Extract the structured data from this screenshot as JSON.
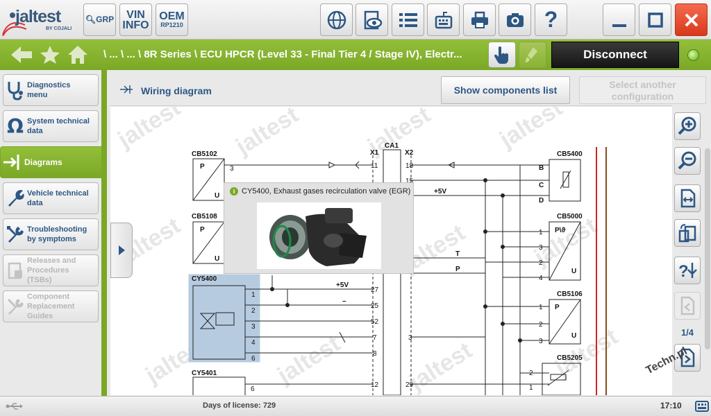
{
  "app": {
    "logo_text": "jaltest",
    "logo_sub": "BY COJALI"
  },
  "toolbar": {
    "grp_label": "GRP",
    "vin_line1": "VIN",
    "vin_line2": "INFO",
    "oem_line1": "OEM",
    "oem_line2": "RP1210",
    "icons": [
      "globe-icon",
      "eye-icon",
      "list-icon",
      "keyboard-icon",
      "printer-icon",
      "camera-icon",
      "help-icon",
      "minimize-icon",
      "maximize-icon",
      "close-icon"
    ]
  },
  "nav": {
    "breadcrumb": "\\ ... \\ ... \\ 8R Series \\ ECU HPCR (Level 33 - Final Tier 4 / Stage IV), Electr...",
    "disconnect_label": "Disconnect",
    "accent_color": "#7aa826"
  },
  "sidebar": {
    "items": [
      {
        "line1": "Diagnostics",
        "line2": "menu",
        "icon": "stethoscope-icon"
      },
      {
        "line1": "System technical",
        "line2": "data",
        "icon": "omega-icon"
      },
      {
        "line1": "Diagrams",
        "line2": "",
        "icon": "diagram-arrow-icon"
      },
      {
        "line1": "Vehicle technical",
        "line2": "data",
        "icon": "wrench-icon"
      },
      {
        "line1": "Troubleshooting",
        "line2": "by symptoms",
        "icon": "tools-icon"
      },
      {
        "line1": "Releases and",
        "line2": "Procedures",
        "line3": "(TSBs)",
        "icon": "document-icon"
      },
      {
        "line1": "Component",
        "line2": "Replacement",
        "line3": "Guides",
        "icon": "replace-icon"
      }
    ]
  },
  "content": {
    "title": "Wiring diagram",
    "show_components_label": "Show components list",
    "select_config_line1": "Select another",
    "select_config_line2": "configuration"
  },
  "diagram": {
    "watermark": "jaltest",
    "components": {
      "cb5102": "CB5102",
      "cb5108": "CB5108",
      "cy5400": "CY5400",
      "cy5401": "CY5401",
      "ca1": "CA1",
      "x1": "X1",
      "x2": "X2",
      "cb5400": "CB5400",
      "cb5000": "CB5000",
      "cb5106": "CB5106",
      "cb5205": "CB5205"
    },
    "labels": {
      "p": "P",
      "u": "U",
      "b": "B",
      "c": "C",
      "d": "D",
      "t": "T",
      "pressure_temp": "P\\ϑ",
      "plus5v": "+5V",
      "minus": "–"
    },
    "pins": {
      "cb5102_pin": "3",
      "x1_11": "11",
      "x1_27": "27",
      "x1_25": "25",
      "x1_52": "52",
      "x1_7": "7",
      "x1_8": "8",
      "x1_12": "12",
      "x2_18": "18",
      "x2_15": "15",
      "x2_3": "3",
      "x2_29": "29",
      "cy5400_pins": [
        "1",
        "2",
        "3",
        "4",
        "6"
      ],
      "cy5401_pin": "6",
      "cb5000_pins": [
        "1",
        "3",
        "2",
        "4"
      ],
      "cb5106_pins": [
        "1",
        "2",
        "3"
      ],
      "cb5205_pins": [
        "2",
        "1"
      ]
    }
  },
  "tooltip": {
    "icon": "info-icon",
    "title": "CY5400, Exhaust gases recirculation valve (EGR)"
  },
  "right_toolbar": {
    "icons": [
      "zoom-in-icon",
      "zoom-out-icon",
      "fit-width-icon",
      "rotate-page-icon",
      "help-locate-icon",
      "prev-page-icon",
      "next-page-icon"
    ],
    "page_indicator": "1/4"
  },
  "status": {
    "license": "Days of license: 729",
    "time": "17:10"
  },
  "watermark_corner": "Techn.pl"
}
